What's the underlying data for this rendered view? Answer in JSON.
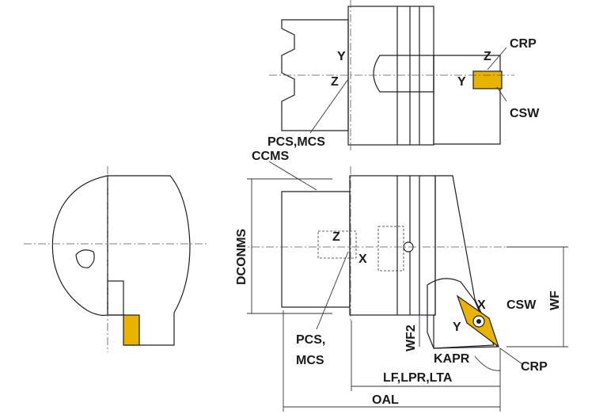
{
  "labels": {
    "crp_top": "CRP",
    "z_top_right": "Z",
    "y_top_right": "Y",
    "csw_top": "CSW",
    "y_top_center": "Y",
    "z_top_center": "Z",
    "pcs_mcs_top": "PCS,MCS",
    "ccms": "CCMS",
    "dconms": "DCONMS",
    "z_mid": "Z",
    "x_mid": "X",
    "x_insert": "X",
    "csw_bottom": "CSW",
    "wf": "WF",
    "y_insert": "Y",
    "pcs_line1": "PCS,",
    "mcs_line2": "MCS",
    "wf2": "WF2",
    "kapr": "KAPR",
    "crp_bottom": "CRP",
    "lf_lpr_lta": "LF,LPR,LTA",
    "oal": "OAL"
  },
  "colors": {
    "body": "#8c8c99",
    "insert": "#e8b400",
    "outline": "#1e1e26"
  }
}
